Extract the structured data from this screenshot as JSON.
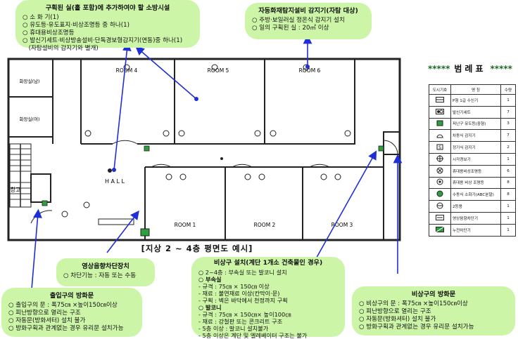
{
  "bubble_top_left": {
    "title": "구획된 실(홀 포함)에 추가하여야 할 소방시설",
    "items": [
      "○ 소 화 기(1)",
      "○ 유도등·유도표지·비상조명등 중 하나(1)",
      "○ 휴대용비상조명등",
      "○ 발신기세트·비상방송설비·단독경보형감지기(연동)중 하나(1)",
      "　(자탐설비의 감지기와 별개)"
    ]
  },
  "bubble_top_right": {
    "title": "자동화재탐지설비 감지기(자탐 대상)",
    "items": [
      "○ 주방·보일러실 정온식 감지기 설치",
      "○ 일의 구획된 실 : 20㎡ 이상"
    ]
  },
  "bubble_shutter": {
    "title": "영상음향차단장치",
    "items": [
      "○ 차단기능 : 자동 또는 수동"
    ]
  },
  "bubble_entrance": {
    "title": "출입구의 방화문",
    "items": [
      "○ 출입구의 문 : 폭75㎝ ×높이150㎝이상",
      "○ 피난방향으로 열리는 구조",
      "○ 자동문(방화셔터) 설치 불가",
      "○ 방화구획과 관계없는 경우 유리문 설치가능"
    ]
  },
  "bubble_exit_main": {
    "title": "비상구 설치(계단 1개소 건축물인 경우)",
    "items": [
      "○ 2~4층 : 부속실 또는 발코니 설치",
      "○ 부속실",
      "- 규격 :  75㎝ × 150㎝ 이상",
      "- 재료 : 불연재료 이상(칸막이·문)",
      "- 구획 : 벽은 바닥에서 천정까지 구획",
      "○ 발코니",
      "- 규격 : 75㎝ × 150㎝× 높이100㎝",
      "- 재료 : 강철판 또는 콘크리트 구조",
      "- 5층 이상 : 발코니 설치불가",
      "- 5층 이상은 계단 및 엘레베이터 구조는 불가"
    ]
  },
  "bubble_exit_door": {
    "title": "비상구의 방화문",
    "items": [
      "○ 비상구의 문 : 폭75㎝ ×높이150㎝이상",
      "○ 피난방향으로 열리는 구조",
      "○ 자동문(방화셔터) 설치 불가",
      "○ 방화구획과 관계없는 경우 유리문 설치가능"
    ]
  },
  "rooms": {
    "room4": "ROOM 4",
    "room5": "ROOM 5",
    "room6": "ROOM 6",
    "room1": "ROOM 1",
    "room2": "ROOM 2",
    "room3": "ROOM 3",
    "hall": "H A L L",
    "restroom_m": "화장실(남)",
    "restroom_f": "화장실(여)",
    "storage": "창고"
  },
  "caption": "[지상 2 ~ 4층 평면도 예시]",
  "legend": {
    "stars_left": "*****",
    "title": "범례표",
    "stars_right": "*****",
    "headers": [
      "도시기호",
      "명      칭",
      "수량"
    ],
    "rows": [
      {
        "name": "P형 1급 수신기",
        "qty": "1"
      },
      {
        "name": "발신기세트",
        "qty": "7"
      },
      {
        "name": "피난구 유도등(중형)",
        "qty": "3"
      },
      {
        "name": "차동식 감지기",
        "qty": "7"
      },
      {
        "name": "정기식 감지기",
        "qty": "2"
      },
      {
        "name": "시각경보기",
        "qty": "1"
      },
      {
        "name": "휴대용비상조명등",
        "qty": "6"
      },
      {
        "name": "휴대용 비상 조명등",
        "qty": "8"
      },
      {
        "name": "수동식 소화기(ABC분말)",
        "qty": "8"
      },
      {
        "name": "2등용",
        "qty": "1"
      },
      {
        "name": "영상음향차단기",
        "qty": "1"
      },
      {
        "name": "누전차단기",
        "qty": "1"
      }
    ]
  },
  "colors": {
    "bubble": "#ccf5a8",
    "arrow": "#1f2fd6",
    "wall": "#222222",
    "legend_title": "#1a6a2a"
  }
}
